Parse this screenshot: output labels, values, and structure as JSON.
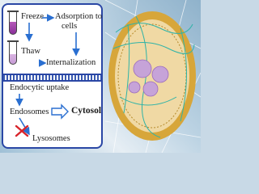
{
  "diagram": {
    "steps": {
      "freeze": "Freeze",
      "thaw": "Thaw",
      "adsorption": "Adsorption to",
      "adsorption_cont": "cells",
      "internalization": "Internalization",
      "endocytic": "Endocytic uptake",
      "endosomes": "Endosomes",
      "cytosol": "Cytosol",
      "lysosomes": "Lysosomes"
    },
    "colors": {
      "panel_border": "#2a47a5",
      "arrow": "#2a6fd1",
      "cross": "#d8232a",
      "vesicle": "#c6a3d8",
      "cell_shell": "#d7a63a"
    },
    "icons": [
      "test-tube-icon",
      "red-x-icon",
      "cell-illustration"
    ]
  }
}
